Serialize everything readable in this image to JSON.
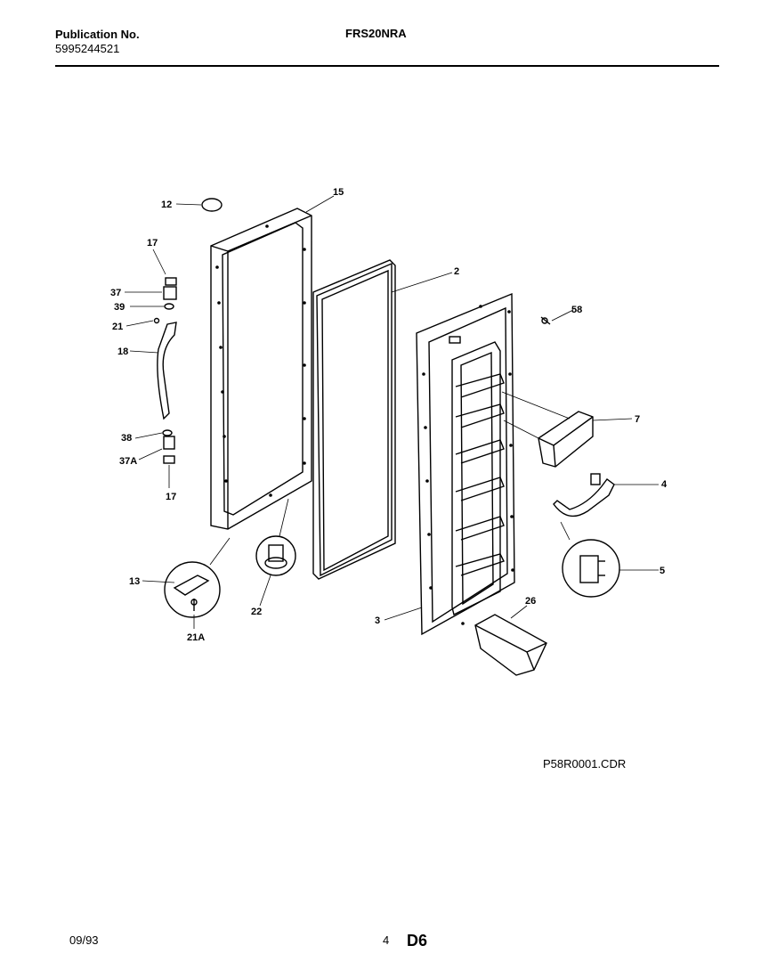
{
  "header": {
    "publication_label": "Publication No.",
    "publication_number": "5995244521",
    "model": "FRS20NRA"
  },
  "diagram": {
    "file_name": "P58R0001.CDR",
    "callouts": [
      "12",
      "15",
      "17",
      "37",
      "39",
      "21",
      "18",
      "38",
      "37A",
      "17",
      "2",
      "58",
      "7",
      "4",
      "5",
      "13",
      "21A",
      "22",
      "3",
      "26"
    ]
  },
  "footer": {
    "date": "09/93",
    "page_number": "4",
    "section_code": "D6"
  }
}
